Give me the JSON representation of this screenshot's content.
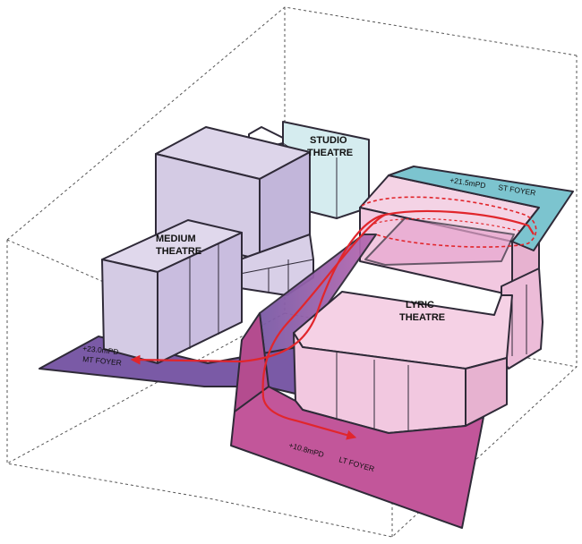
{
  "labels": {
    "studio_theatre": [
      "STUDIO",
      "THEATRE"
    ],
    "medium_theatre": [
      "MEDIUM",
      "THEATRE"
    ],
    "lyric_theatre": [
      "LYRIC",
      "THEATRE"
    ],
    "st_foyer_level": "+21.5mPD",
    "st_foyer_name": "ST FOYER",
    "mt_foyer_level": "+23.0mPD",
    "mt_foyer_name": "MT FOYER",
    "lt_foyer_level": "+10.8mPD",
    "lt_foyer_name": "LT FOYER"
  },
  "colors": {
    "medium_volume": "#d4cbe4",
    "studio_volume": "#d5ecef",
    "lyric_volume": "#f2c8e0",
    "mt_foyer": "#7a5aa6",
    "lt_foyer": "#c2569a",
    "st_foyer": "#7cc4cf",
    "circulation_arrow": "#e1262c"
  }
}
